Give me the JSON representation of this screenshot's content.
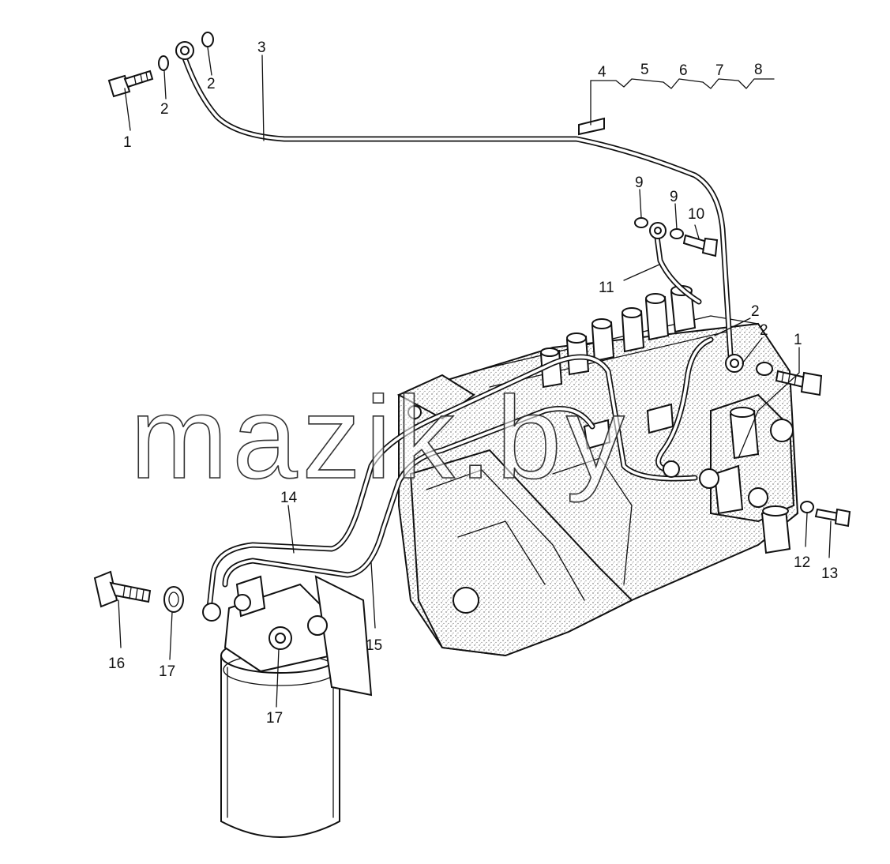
{
  "watermark": "mazik.by",
  "callouts": [
    {
      "id": "c1a",
      "label": "1"
    },
    {
      "id": "c2a",
      "label": "2"
    },
    {
      "id": "c2b",
      "label": "2"
    },
    {
      "id": "c3",
      "label": "3"
    },
    {
      "id": "c4",
      "label": "4"
    },
    {
      "id": "c5",
      "label": "5"
    },
    {
      "id": "c6",
      "label": "6"
    },
    {
      "id": "c7",
      "label": "7"
    },
    {
      "id": "c8",
      "label": "8"
    },
    {
      "id": "c9a",
      "label": "9"
    },
    {
      "id": "c9b",
      "label": "9"
    },
    {
      "id": "c10",
      "label": "10"
    },
    {
      "id": "c11",
      "label": "11"
    },
    {
      "id": "c2c",
      "label": "2"
    },
    {
      "id": "c2d",
      "label": "2"
    },
    {
      "id": "c1b",
      "label": "1"
    },
    {
      "id": "c14",
      "label": "14"
    },
    {
      "id": "c15",
      "label": "15"
    },
    {
      "id": "c12",
      "label": "12"
    },
    {
      "id": "c13",
      "label": "13"
    },
    {
      "id": "c16",
      "label": "16"
    },
    {
      "id": "c17a",
      "label": "17"
    },
    {
      "id": "c17b",
      "label": "17"
    }
  ]
}
